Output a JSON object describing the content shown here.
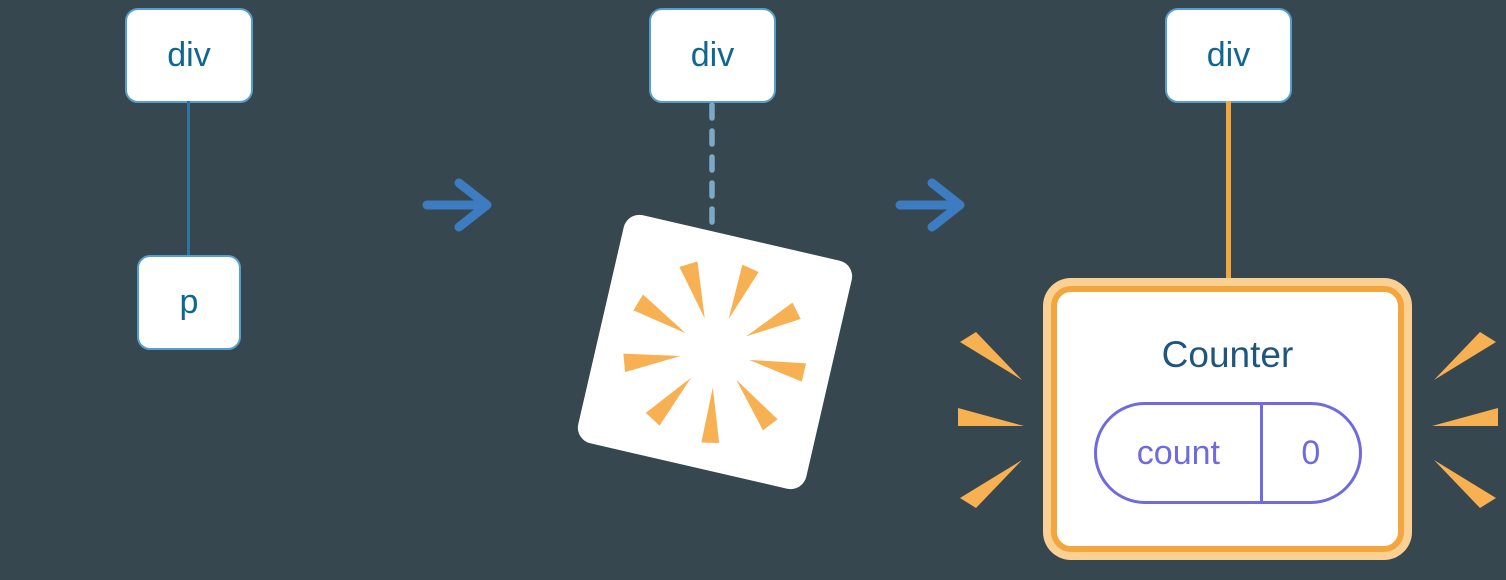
{
  "colors": {
    "bg": "#37474f",
    "node-border": "#54a0cc",
    "node-text": "#0e6793",
    "edge-solid": "#2f749e",
    "edge-dashed": "#7ea9c6",
    "arrow": "#3d7cc1",
    "orange": "#f2a63d",
    "orange-light": "#fbd193",
    "burst": "#f7b152",
    "purple": "#6f6ae0",
    "counter-title": "#1f567e"
  },
  "icons": {
    "arrow-right-icon": "thick right chevron arrow →",
    "poof-explosion-icon": "tilted white card with radiating orange burst rays",
    "sparkle-burst-icon": "three orange wedge sparks"
  },
  "diagram": {
    "stages": {
      "before": {
        "parent": "div",
        "child": "p"
      },
      "during": {
        "parent": "div"
      },
      "after": {
        "parent": "div",
        "component": {
          "title": "Counter",
          "state": {
            "key": "count",
            "value": "0"
          }
        }
      }
    }
  }
}
